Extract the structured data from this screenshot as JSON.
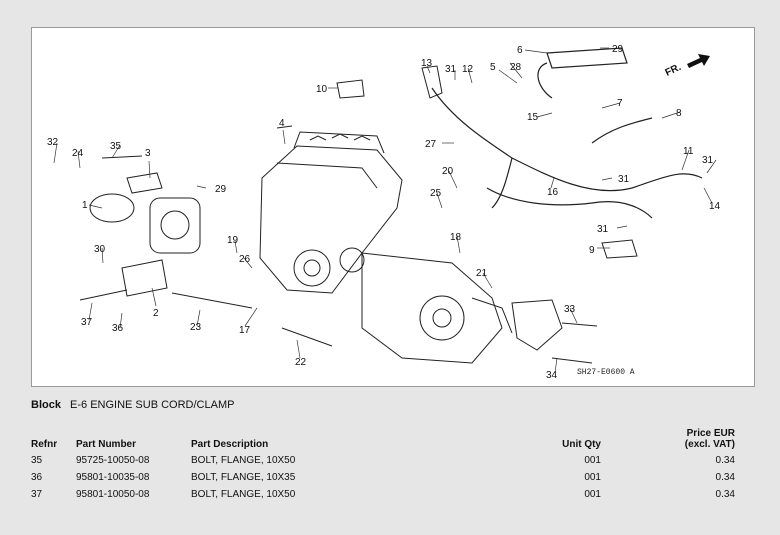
{
  "diagram": {
    "ref_code": "SH27-E0600 A",
    "direction_label": "FR.",
    "callouts": [
      "1",
      "2",
      "3",
      "4",
      "5",
      "6",
      "7",
      "8",
      "9",
      "10",
      "11",
      "12",
      "13",
      "14",
      "15",
      "16",
      "17",
      "18",
      "19",
      "20",
      "21",
      "22",
      "23",
      "24",
      "25",
      "26",
      "27",
      "28",
      "29",
      "29",
      "30",
      "31",
      "31",
      "31",
      "31",
      "32",
      "33",
      "34",
      "35",
      "36",
      "37"
    ]
  },
  "block": {
    "label": "Block",
    "title": "E-6 ENGINE SUB CORD/CLAMP"
  },
  "table": {
    "headers": {
      "refnr": "Refnr",
      "part_number": "Part Number",
      "description": "Part Description",
      "unit_qty": "Unit Qty",
      "price_line1": "Price EUR",
      "price_line2": "(excl. VAT)"
    },
    "rows": [
      {
        "refnr": "35",
        "part_number": "95725-10050-08",
        "description": "BOLT, FLANGE, 10X50",
        "unit_qty": "001",
        "price": "0.34"
      },
      {
        "refnr": "36",
        "part_number": "95801-10035-08",
        "description": "BOLT, FLANGE, 10X35",
        "unit_qty": "001",
        "price": "0.34"
      },
      {
        "refnr": "37",
        "part_number": "95801-10050-08",
        "description": "BOLT, FLANGE, 10X50",
        "unit_qty": "001",
        "price": "0.34"
      }
    ]
  }
}
